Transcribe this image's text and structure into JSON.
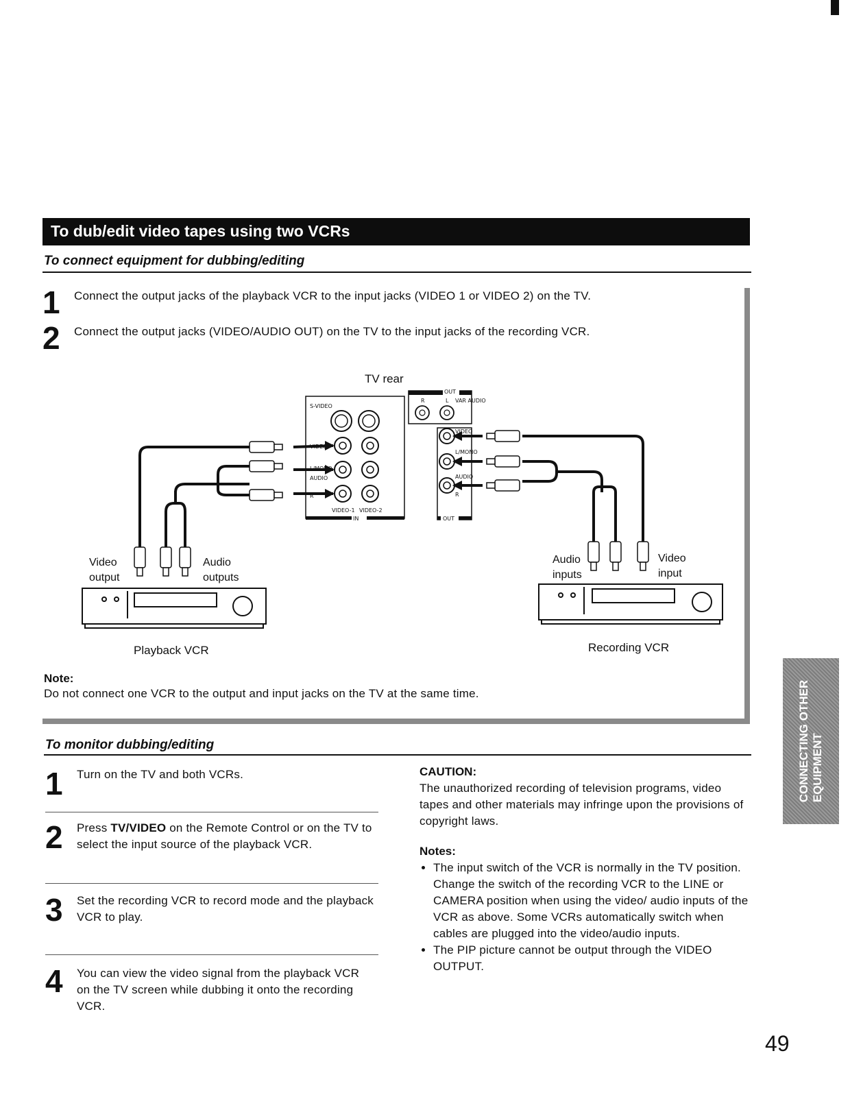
{
  "section_title": "To dub/edit video tapes using two VCRs",
  "connect": {
    "heading": "To connect equipment for dubbing/editing",
    "steps": [
      {
        "num": "1",
        "text": "Connect the output jacks of the playback VCR to the input jacks (VIDEO 1 or VIDEO 2) on the TV."
      },
      {
        "num": "2",
        "text": "Connect the output jacks (VIDEO/AUDIO OUT) on the TV to the input jacks of the recording VCR."
      }
    ]
  },
  "diagram": {
    "tv_rear_label": "TV rear",
    "panel_in": {
      "s_video": "S-VIDEO",
      "video": "VIDEO",
      "l_mono": "L/MONO",
      "audio": "AUDIO",
      "r": "R",
      "video1": "VIDEO-1",
      "video2": "VIDEO-2",
      "in": "IN"
    },
    "panel_out": {
      "out": "OUT",
      "r": "R",
      "l": "L",
      "var_audio": "VAR AUDIO",
      "video": "VIDEO",
      "l_mono": "L/MONO",
      "audio": "AUDIO",
      "r2": "R",
      "out_bottom": "OUT"
    },
    "playback": {
      "video_output": [
        "Video",
        "output"
      ],
      "audio_outputs": [
        "Audio",
        "outputs"
      ],
      "label": "Playback VCR"
    },
    "recording": {
      "audio_inputs": [
        "Audio",
        "inputs"
      ],
      "video_input": [
        "Video",
        "input"
      ],
      "label": "Recording VCR"
    }
  },
  "note": {
    "label": "Note",
    "text": "Do not connect one VCR to the output and input jacks on the TV at the same time."
  },
  "monitor": {
    "heading": "To monitor dubbing/editing",
    "steps": [
      {
        "num": "1",
        "text": "Turn on the TV and both VCRs."
      },
      {
        "num": "2",
        "before": "Press ",
        "bold": "TV/VIDEO",
        "after": " on the Remote Control or on the TV to select the input source of the playback VCR."
      },
      {
        "num": "3",
        "text": "Set the recording VCR to record mode and the playback VCR to play."
      },
      {
        "num": "4",
        "text": "You can view the video signal from the playback VCR on the TV screen while dubbing it onto the recording VCR."
      }
    ]
  },
  "caution": {
    "label": "CAUTION:",
    "text": "The unauthorized recording of television programs, video tapes and other materials may infringe upon the provisions of copyright laws."
  },
  "notes": {
    "label": "Notes:",
    "items": [
      "The input switch of the VCR is normally in the TV position. Change the switch of the recording VCR to the LINE or CAMERA position when using the video/ audio inputs of the VCR as above. Some VCRs automatically switch when cables are plugged into the video/audio inputs.",
      "The PIP picture cannot be output through the VIDEO OUTPUT."
    ]
  },
  "side_tab": [
    "CONNECTING OTHER",
    "EQUIPMENT"
  ],
  "page_number": "49"
}
